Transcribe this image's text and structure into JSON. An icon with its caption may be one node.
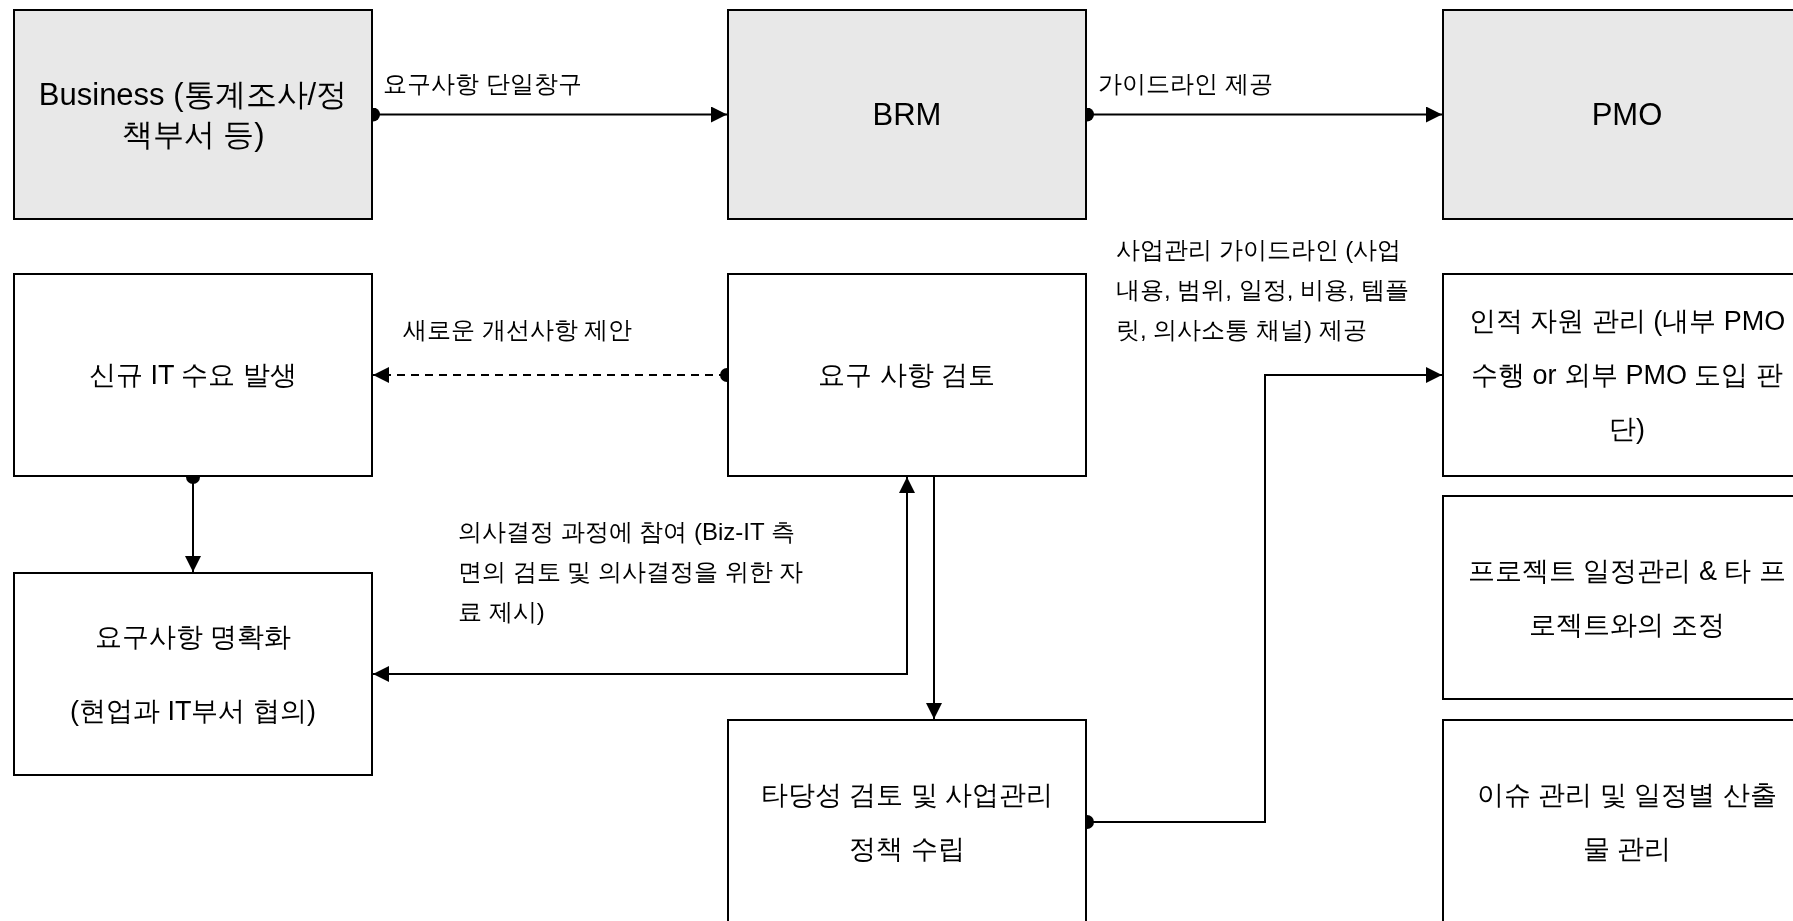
{
  "diagram": {
    "nodes": [
      {
        "text": [
          "Business (통계조사/정책부서 등)"
        ]
      },
      {
        "text": [
          "BRM"
        ]
      },
      {
        "text": [
          "PMO"
        ]
      },
      {
        "text": [
          "신규 IT 수요 발생"
        ]
      },
      {
        "text": [
          "요구 사항 검토"
        ]
      },
      {
        "text": [
          "인적 자원 관리 (내부 PMO 수행 or 외부 PMO 도입 판단)"
        ]
      },
      {
        "text": [
          "요구사항 명확화",
          "(현업과 IT부서 협의)"
        ]
      },
      {
        "text": [
          "프로젝트 일정관리 & 타 프로젝트와의 조정"
        ]
      },
      {
        "text": [
          "타당성 검토 및 사업관리 정책 수립"
        ]
      },
      {
        "text": [
          "이슈 관리 및 일정별 산출물 관리"
        ]
      }
    ],
    "edges": [
      {
        "from": 0,
        "to": 1,
        "arrow": "to",
        "label": "요구사항 단일창구"
      },
      {
        "from": 1,
        "to": 2,
        "arrow": "to",
        "label": "가이드라인 제공"
      },
      {
        "from": 4,
        "to": 3,
        "arrow": "to",
        "label": "새로운 개선사항 제안",
        "style": "dashed"
      },
      {
        "from": 3,
        "to": 6,
        "arrow": "to"
      },
      {
        "from": 6,
        "to": 4,
        "arrow": "both",
        "label": "의사결정 과정에 참여 (Biz-IT 측면의 검토 및 의사결정을 위한 자료 제시)"
      },
      {
        "from": 4,
        "to": 8,
        "arrow": "to"
      },
      {
        "from": 8,
        "to": 5,
        "arrow": "to",
        "label": "사업관리 가이드라인 (사업내용, 범위, 일정, 비용, 템플릿, 의사소통 채널) 제공"
      }
    ]
  }
}
